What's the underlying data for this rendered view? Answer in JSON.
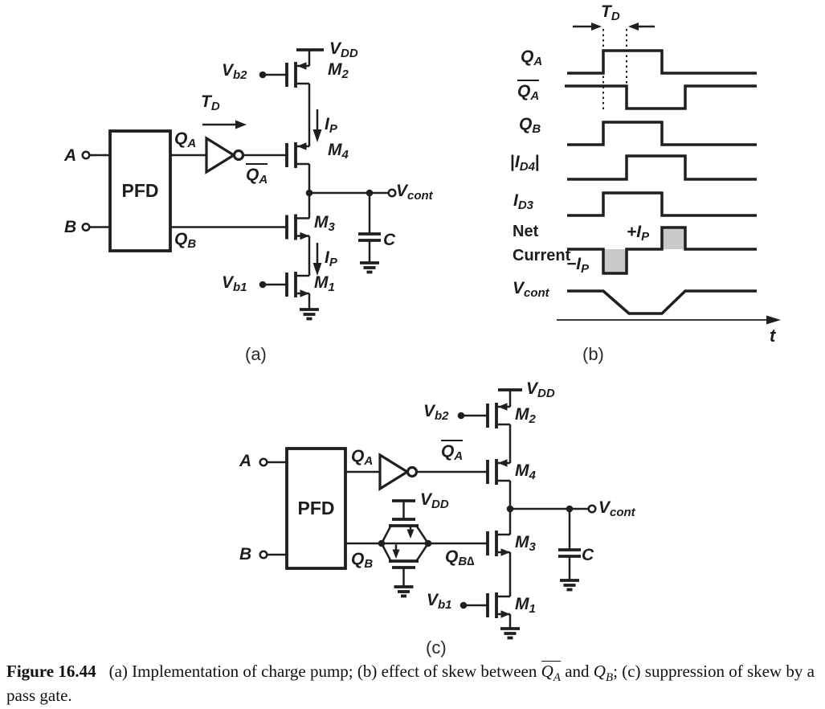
{
  "colors": {
    "ink": "#1f1f1f",
    "shade": "#c9c9c9"
  },
  "a": {
    "tag": "(a)",
    "input_a": "A",
    "input_b": "B",
    "pfd": "PFD",
    "vdd": {
      "m": "V",
      "s": "DD"
    },
    "vb2": {
      "m": "V",
      "s": "b2"
    },
    "vb1": {
      "m": "V",
      "s": "b1"
    },
    "td": {
      "m": "T",
      "s": "D"
    },
    "qa": {
      "m": "Q",
      "s": "A"
    },
    "qabar": {
      "m": "Q",
      "s": "A"
    },
    "qb": {
      "m": "Q",
      "s": "B"
    },
    "ip": {
      "m": "I",
      "s": "P"
    },
    "m2": {
      "m": "M",
      "s": "2"
    },
    "m4": {
      "m": "M",
      "s": "4"
    },
    "m3": {
      "m": "M",
      "s": "3"
    },
    "m1": {
      "m": "M",
      "s": "1"
    },
    "vcont": {
      "m": "V",
      "s": "cont"
    },
    "cap": "C"
  },
  "b": {
    "tag": "(b)",
    "td": {
      "m": "T",
      "s": "D"
    },
    "qa": {
      "m": "Q",
      "s": "A"
    },
    "qabar": {
      "m": "Q",
      "s": "A"
    },
    "qb": {
      "m": "Q",
      "s": "B"
    },
    "id4": {
      "pre": "|",
      "m": "I",
      "s": "D4",
      "post": "|"
    },
    "id3": {
      "m": "I",
      "s": "D3"
    },
    "net_line1": "Net",
    "net_line2": "Current",
    "plus_ip": {
      "m": "+I",
      "s": "P"
    },
    "minus_ip": {
      "m": "−I",
      "s": "P"
    },
    "vcont": {
      "m": "V",
      "s": "cont"
    },
    "t_axis": "t"
  },
  "c": {
    "tag": "(c)",
    "input_a": "A",
    "input_b": "B",
    "pfd": "PFD",
    "vdd": {
      "m": "V",
      "s": "DD"
    },
    "vdd_pg": {
      "m": "V",
      "s": "DD"
    },
    "vb2": {
      "m": "V",
      "s": "b2"
    },
    "vb1": {
      "m": "V",
      "s": "b1"
    },
    "qa": {
      "m": "Q",
      "s": "A"
    },
    "qabar": {
      "m": "Q",
      "s": "A"
    },
    "qb": {
      "m": "Q",
      "s": "B"
    },
    "qbd": {
      "m": "Q",
      "s": "B∆"
    },
    "m2": {
      "m": "M",
      "s": "2"
    },
    "m4": {
      "m": "M",
      "s": "4"
    },
    "m3": {
      "m": "M",
      "s": "3"
    },
    "m1": {
      "m": "M",
      "s": "1"
    },
    "vcont": {
      "m": "V",
      "s": "cont"
    },
    "cap": "C"
  },
  "caption": {
    "fig_label": "Figure 16.44",
    "part1": "(a) Implementation of charge pump; (b) effect of skew between",
    "qa": {
      "m": "Q",
      "s": "A"
    },
    "part2": "and",
    "qb": {
      "m": "Q",
      "s": "B"
    },
    "part3": "; (c) suppression of skew by a pass gate."
  }
}
